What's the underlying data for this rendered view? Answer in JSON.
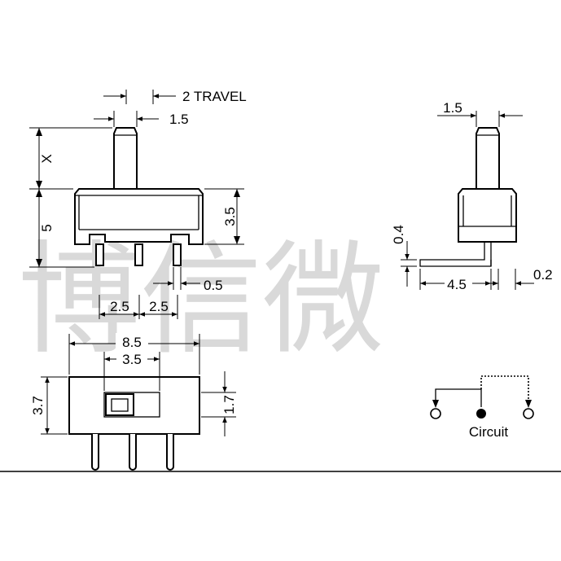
{
  "watermark": "博信微",
  "labels": {
    "travel": "2 TRAVEL",
    "actuator_width": "1.5",
    "x_height": "X",
    "body_height": "5",
    "body_inner_height": "3.5",
    "pin_gap": "0.5",
    "pitch_left": "2.5",
    "pitch_right": "2.5",
    "side_actuator": "1.5",
    "side_lead_thickness": "0.4",
    "side_lead_length": "4.5",
    "side_lead_gap": "0.2",
    "overall_length": "8.5",
    "window_length": "3.5",
    "bottom_height": "3.7",
    "slider_height": "1.7",
    "circuit": "Circuit"
  },
  "colors": {
    "line": "#000000",
    "watermark": "#d9d9d9",
    "background": "#ffffff"
  }
}
